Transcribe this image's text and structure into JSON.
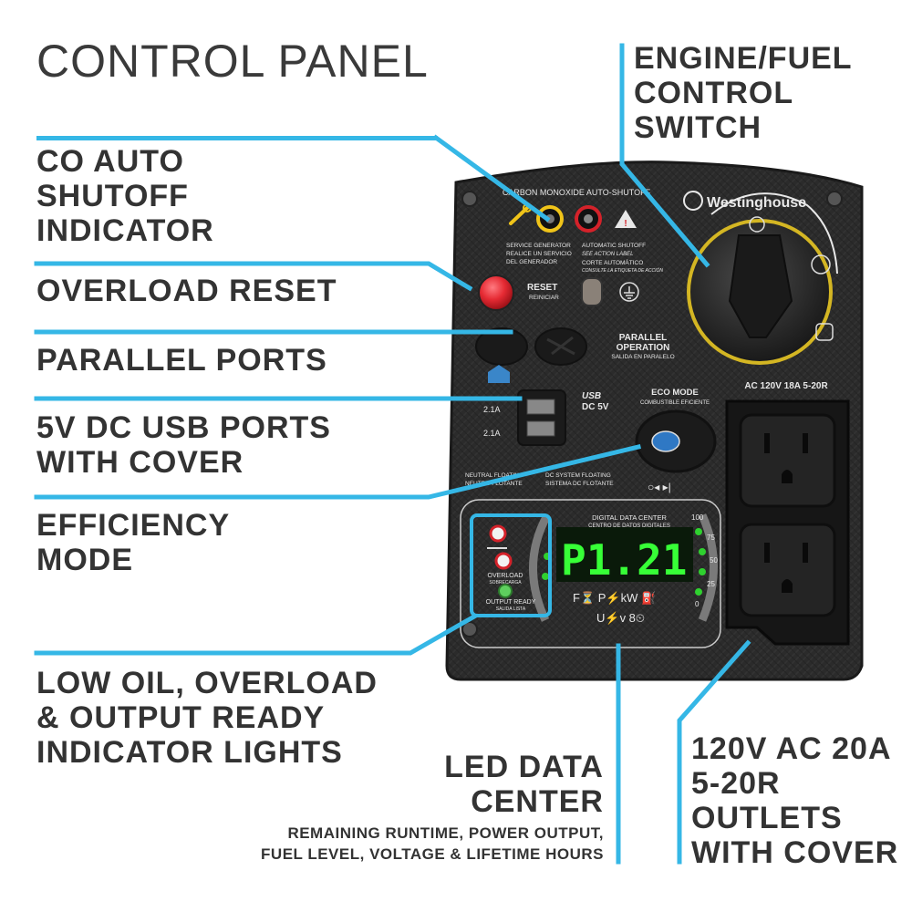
{
  "title": "CONTROL PANEL",
  "callouts": {
    "engine_fuel": [
      "ENGINE/FUEL",
      "CONTROL",
      "SWITCH"
    ],
    "co_shutoff": [
      "CO AUTO",
      "SHUTOFF",
      "INDICATOR"
    ],
    "overload_reset": "OVERLOAD RESET",
    "parallel_ports": "PARALLEL PORTS",
    "usb_ports": [
      "5V DC USB PORTS",
      "WITH COVER"
    ],
    "efficiency": [
      "EFFICIENCY",
      "MODE"
    ],
    "indicator_lights": [
      "LOW OIL, OVERLOAD",
      "& OUTPUT READY",
      "INDICATOR LIGHTS"
    ],
    "led_center": [
      "LED DATA",
      "CENTER"
    ],
    "led_sub": [
      "REMAINING RUNTIME, POWER OUTPUT,",
      "FUEL LEVEL, VOLTAGE & LIFETIME HOURS"
    ],
    "outlets": [
      "120V AC 20A",
      "5-20R",
      "OUTLETS",
      "WITH COVER"
    ]
  },
  "panel": {
    "co_label": "CARBON MONOXIDE AUTO-SHUTOFF",
    "brand": "Westinghouse",
    "service_1": "SERVICE GENERATOR",
    "service_2": "REALICE UN SERVICIO",
    "service_3": "DEL GENERADOR",
    "auto_1": "AUTOMATIC SHUTOFF",
    "auto_2": "SEE ACTION LABEL",
    "auto_3": "CORTE AUTOMÁTICO",
    "auto_4": "CONSULTE LA ETIQUETA DE ACCIÓN",
    "reset_1": "RESET",
    "reset_2": "REINICIAR",
    "parallel_1": "PARALLEL",
    "parallel_2": "OPERATION",
    "parallel_3": "SALIDA EN PARALELO",
    "usb_logo": "USB",
    "usb_dc": "DC 5V",
    "usb_a1": "2.1A",
    "usb_a2": "2.1A",
    "eco_1": "ECO MODE",
    "eco_2": "COMBUSTIBLE EFICIENTE",
    "ac_rating": "AC 120V 18A 5-20R",
    "neutral_1": "NEUTRAL FLOATING",
    "neutral_2": "NEUTRO FLOTANTE",
    "dcsys_1": "DC SYSTEM FLOATING",
    "dcsys_2": "SISTEMA DC FLOTANTE",
    "ddc_1": "DIGITAL DATA CENTER",
    "ddc_2": "CENTRO DE DATOS DIGITALES",
    "lcd_value": "P1.21",
    "lcd_row1": "F⏳  P⚡kW  ⛽",
    "lcd_row2": "U⚡v  8⏲",
    "gauge_100": "100",
    "gauge_75": "75",
    "gauge_50": "50",
    "gauge_25": "25",
    "gauge_0": "0",
    "overload_1": "OVERLOAD",
    "overload_2": "SOBRECARGA",
    "ready_1": "OUTPUT READY",
    "ready_2": "SALIDA LISTA"
  },
  "colors": {
    "accent": "#35b7e6",
    "panel": "#2a2a2a",
    "lcd": "#37ff37",
    "reset": "#e52a33"
  }
}
